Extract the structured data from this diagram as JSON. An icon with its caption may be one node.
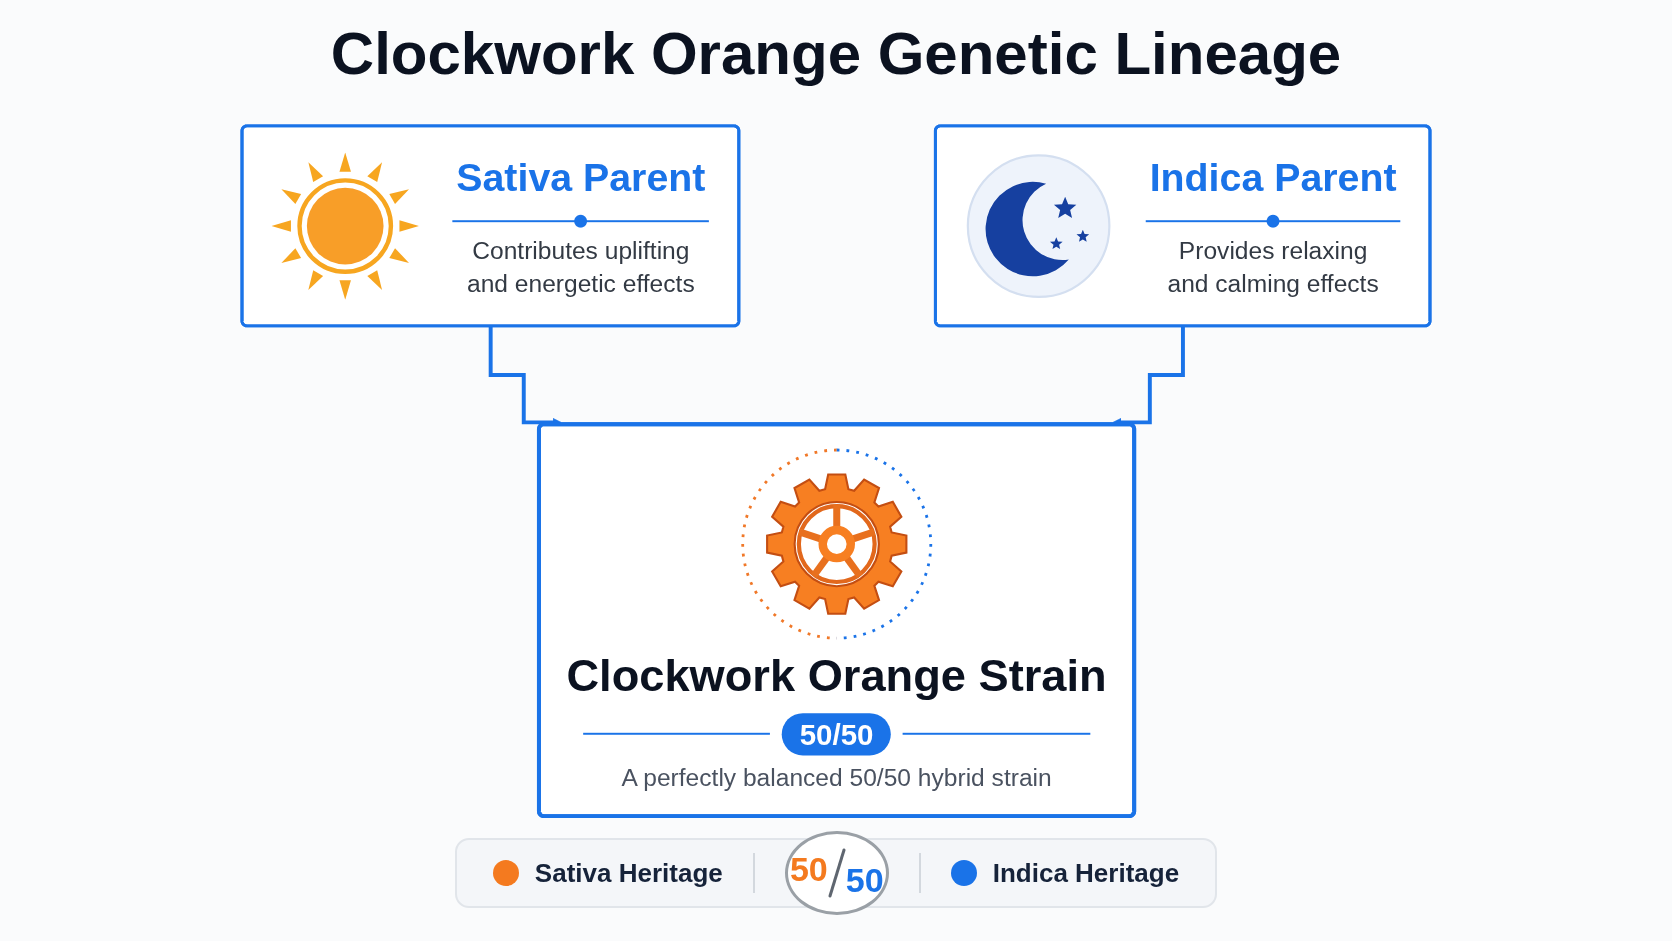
{
  "diagram": {
    "title": "Clockwork Orange Genetic Lineage",
    "nodes": [
      {
        "text": [
          "Sativa Parent",
          "Contributes uplifting and energetic effects"
        ]
      },
      {
        "text": [
          "Indica Parent",
          "Provides relaxing and calming effects"
        ]
      },
      {
        "text": [
          "Clockwork Orange Strain",
          "50/50",
          "A perfectly balanced 50/50 hybrid strain"
        ]
      }
    ],
    "edges": [
      {
        "from": 0,
        "to": 2,
        "arrow": "to"
      },
      {
        "from": 1,
        "to": 2,
        "arrow": "to"
      }
    ],
    "labels": [
      "50",
      "50"
    ],
    "legend": [
      {
        "text": "Sativa Heritage",
        "color": "#f47a1f"
      },
      {
        "text": "Indica Heritage",
        "color": "#1a73e8"
      }
    ]
  }
}
